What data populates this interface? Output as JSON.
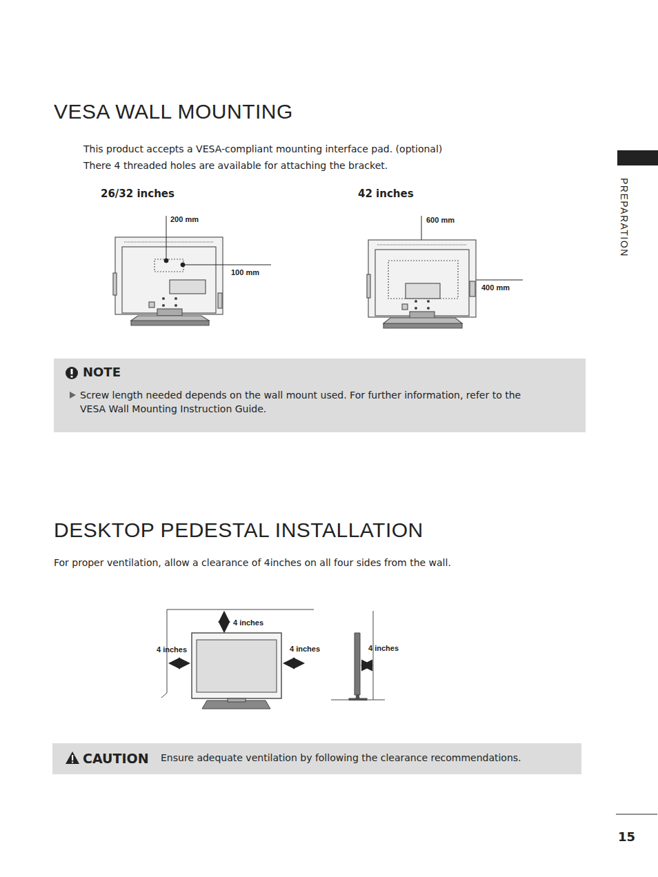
{
  "diagram": {
    "title": "VESA WALL MOUNTING",
    "nodes": [
      {
        "text": [
          "NOTE",
          "Screw length needed depends on the wall mount used. For further information, refer to the VESA Wall Mounting Instruction Guide."
        ]
      },
      {
        "text": [
          "CAUTION",
          "Ensure adequate ventilation by following the clearance recommendations."
        ]
      }
    ],
    "labels": [
      "This product accepts a VESA-compliant mounting interface pad. (optional)",
      "There 4 threaded holes are available for attaching the bracket.",
      "26/32 inches",
      "42 inches",
      "200 mm",
      "100 mm",
      "600 mm",
      "400 mm",
      "DESKTOP PEDESTAL INSTALLATION",
      "For proper ventilation, allow a clearance of 4inches on all four sides from the wall.",
      "4 inches",
      "4 inches",
      "4 inches",
      "4 inches",
      "PREPARATION",
      "15"
    ]
  }
}
